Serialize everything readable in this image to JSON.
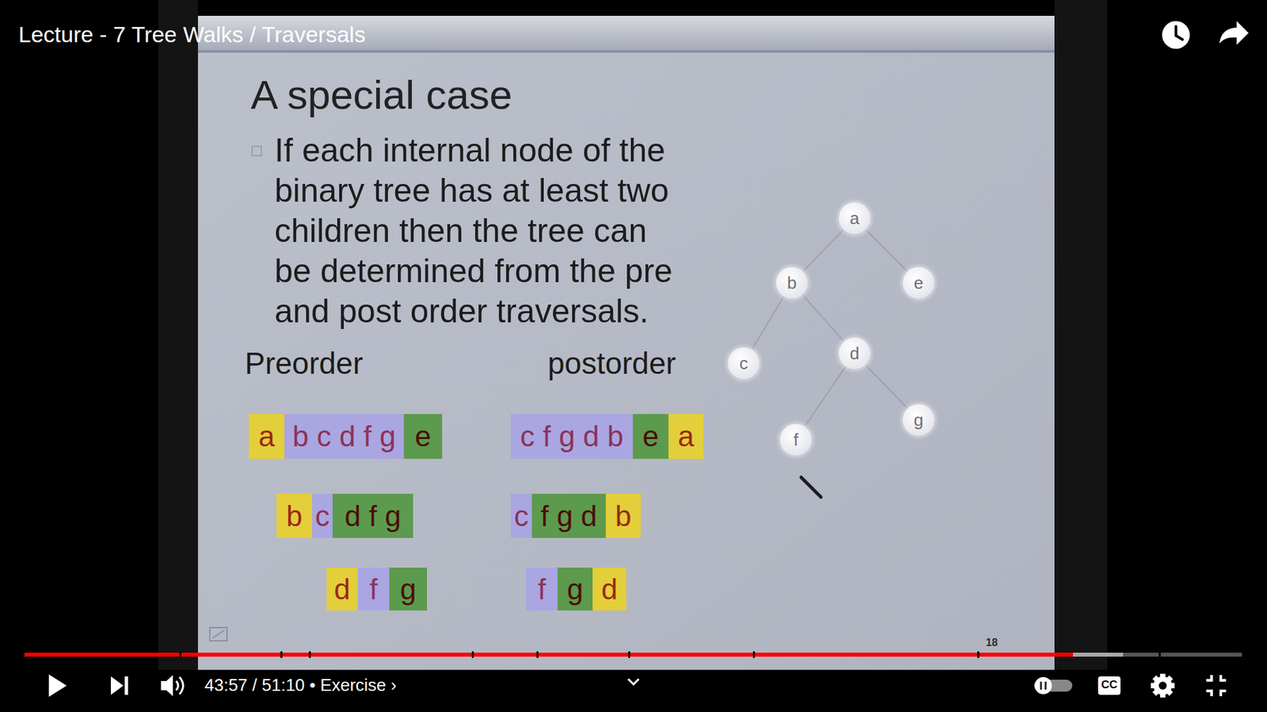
{
  "diagram": {
    "title": "A special case",
    "nodes": [
      {
        "text": [
          "a"
        ]
      },
      {
        "text": [
          "b c d f g"
        ]
      },
      {
        "text": [
          "e"
        ]
      },
      {
        "text": [
          "c f g d b"
        ]
      },
      {
        "text": [
          "e"
        ]
      },
      {
        "text": [
          "a"
        ]
      },
      {
        "text": [
          "b"
        ]
      },
      {
        "text": [
          "c"
        ]
      },
      {
        "text": [
          "d f g"
        ]
      },
      {
        "text": [
          "c"
        ]
      },
      {
        "text": [
          "f g d"
        ]
      },
      {
        "text": [
          "b"
        ]
      },
      {
        "text": [
          "d"
        ]
      },
      {
        "text": [
          "f"
        ]
      },
      {
        "text": [
          "g"
        ]
      },
      {
        "text": [
          "f"
        ]
      },
      {
        "text": [
          "g"
        ]
      },
      {
        "text": [
          "d"
        ]
      },
      {
        "text": [
          "a"
        ]
      },
      {
        "text": [
          "b"
        ]
      },
      {
        "text": [
          "e"
        ]
      },
      {
        "text": [
          "c"
        ]
      },
      {
        "text": [
          "d"
        ]
      },
      {
        "text": [
          "f"
        ]
      },
      {
        "text": [
          "g"
        ]
      }
    ],
    "edges": [
      {
        "from": 18,
        "to": 19,
        "arrow": "none"
      },
      {
        "from": 18,
        "to": 20,
        "arrow": "none"
      },
      {
        "from": 19,
        "to": 21,
        "arrow": "none"
      },
      {
        "from": 19,
        "to": 22,
        "arrow": "none"
      },
      {
        "from": 22,
        "to": 23,
        "arrow": "none"
      },
      {
        "from": 22,
        "to": 24,
        "arrow": "none"
      }
    ],
    "labels": [
      "Lecture - 7 Tree Walks / Traversals",
      "If each internal node of the binary tree has at least two children then the tree can be determined from the pre and post order traversals.",
      "Preorder",
      "postorder",
      "18",
      "43:57 / 51:10 • Exercise ›",
      "CC"
    ]
  }
}
